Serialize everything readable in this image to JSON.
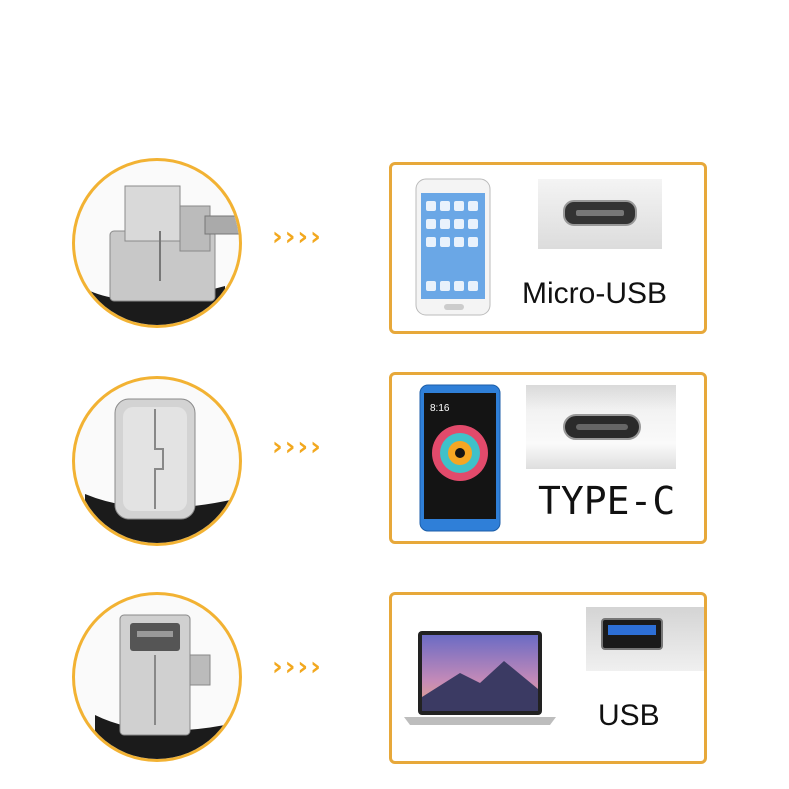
{
  "rows": [
    {
      "arrow_text": "››››",
      "port_label": "Micro-USB",
      "device": "android-phone",
      "connector": "micro-usb"
    },
    {
      "arrow_text": "››››",
      "port_label": "TYPE-C",
      "device": "blue-phone",
      "connector": "usb-c"
    },
    {
      "arrow_text": "››››",
      "port_label": "USB",
      "device": "laptop",
      "connector": "usb-a"
    }
  ],
  "colors": {
    "accent": "#f2b233",
    "arrow": "#f2a81f",
    "panel_border": "#e7a83a"
  }
}
